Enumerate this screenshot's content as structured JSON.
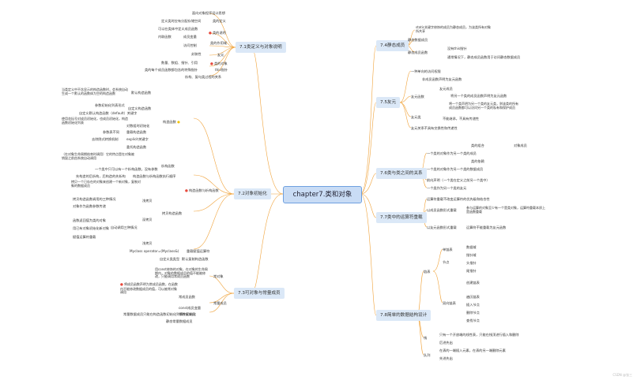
{
  "center": "chapter7.类和对象",
  "branches": {
    "b71": "7.1类定义与对象说明",
    "b72": "7.2对象初始化",
    "b73": "7.3可对象与常量成员",
    "b74": "7.4静态成员",
    "b75": "7.5友元",
    "b76": "7.6类与类之间的关系",
    "b77": "7.7类中的运算符重载",
    "b78": "7.8简单的数据结构设计"
  },
  "left": {
    "s71": {
      "n1": "面向对象程序设计思想",
      "n2": "定义类时应有分配存储空间",
      "n3": "类的定义",
      "n4": "可以在类体中定义成员函数",
      "n5": "成员变量",
      "n6": "类的说明",
      "n7": "内联函数",
      "n8": "访问控制",
      "n9": "封装性",
      "n10": "友元",
      "n11": "类的对象",
      "n12": "类的作用域",
      "n13": "数量、数组、指针、引用",
      "n14": "类的每个成员函数都包含的特殊指针",
      "n15": "this指针",
      "n16": "析构、复句类过程的关系"
    },
    "s72": {
      "a1": "当类定义中不含显示的构造函数时，会系统自动生成一个默认的函数体为空的构造函数",
      "a2": "默认构造函数",
      "a3": "参数初始化列表形式",
      "a4": "自定义构造函数",
      "a5": "自定义默认构造函数（default）关键字",
      "a6": "构造函数",
      "a7": "使用花括号对成员初始化，也成员初始化，构造函数初始化列表",
      "a8": "对数组时初始化",
      "a9": "参数表不同",
      "a10": "重载构造函数",
      "a11": "去除隐式转换机制",
      "a12": "explicit关键字",
      "a13": "委托构造函数",
      "a14": "（在对象生命周期结束时调用）它的特点是在对象被销毁之前由系统自动调用",
      "a15": "析构函数",
      "a16": "一个类中只可以有一个析构函数，没有参数",
      "a17": "构造函数与析构函数",
      "a18": "构造函数与析构函数执行顺序",
      "a19": "先构造的后析构，后构造的先析构",
      "a20": "拷贝一个已存在的对象来创建一个新对象，复制对象的数据成员",
      "a21": "浅拷贝",
      "a22": "拷贝构造函数",
      "a23": "深拷贝",
      "a24": "拷贝构造函数调用的三种情况",
      "a25": "对象作为函数参数传递",
      "a26": "函数返回值为类的对象",
      "a27": "用已有对象初始化新对象",
      "a28": "自动调用三种情况",
      "a29": "赋值运算符重载",
      "a30": "浅拷贝",
      "a31": "Myclass operator=(Myclass&)",
      "a32": "重载赋值运算符",
      "a33": "自定义类类型",
      "a34": "默认复制构造函数"
    },
    "s73": {
      "c1": "常对象",
      "c2": "用const修饰的对象，在对象的生命周期内，对象的数据成员的值不能被修改，只能调用常成员函数",
      "c3": "常成员函数",
      "c4": "将成员函数声明为常成员函数，在函数内不能修改数据成员的值，可以被常对象调用",
      "c5": "常数据成员",
      "c6": "const成员变量",
      "c7": "常量成员",
      "c8": "常量数据成员只能在构造函数初始化列表中初始化",
      "c9": "静态常量数据成员"
    }
  },
  "right": {
    "s74": {
      "d1": "static关键字修饰的成员为静态成员，为该类所有对象所共享",
      "d2": "静态数据成员",
      "d3": "静态成员函数",
      "d4": "没有this指针",
      "d5": "通常情况下，静态成员函数用于访问静态数据成员"
    },
    "s75": {
      "e1": "一种单向的访问权限",
      "e2": "友元函数",
      "e3": "非成员函数声明为友元函数",
      "e4": "友元成员",
      "e5": "将另一个类的成员函数声明为友元函数",
      "e6": "友元类",
      "e7": "将一个类声明为另一个类的友元类，则该类的所有成员函数都可以访问另一个类的私有和保护成员",
      "e8": "不能继承，不具有传递性",
      "e9": "友元关系不具有交换性和传递性"
    },
    "s76": {
      "f1": "一个类的对象作为另一个类的成员",
      "f2": "类的组合",
      "f3": "对象成员",
      "f4": "一个类的对象作为另一个类的数据成员",
      "f5": "前向声明（一个类在定义之前另一个类中）",
      "f6": "类的依赖",
      "f7": "一个类作为另一个类的友元"
    },
    "s77": {
      "g1": "运算符重载不改变运算符的优先级和结合性",
      "g2": "以成员函数形式重载",
      "g3": "以友元函数形式重载",
      "g4": "参与运算的对象至少有一个是类对象，运算符重载本质上是函数重载",
      "g5": "运算符不能重载为友元函数"
    },
    "s78": {
      "h1": "链表",
      "h2": "单链表",
      "h3": "节点",
      "h4": "数据域",
      "h5": "指针域",
      "h6": "头指针",
      "h7": "尾指针",
      "h8": "创建链表",
      "h9": "遍历链表",
      "h10": "插入节点",
      "h11": "删除节点",
      "h12": "查找节点",
      "h13": "双向链表",
      "h14": "栈",
      "h15": "只有一个开放端的线性表，只能在栈顶进行插入和删除",
      "h16": "后进先出",
      "h17": "队列",
      "h18": "在表的一端插入元素，在表的另一端删除元素",
      "h19": "先进先出"
    }
  },
  "watermark": "CSDN @张三",
  "colors": {
    "branch_bg": "#dbe8f7",
    "center_bg": "#c9dcf5",
    "center_border": "#6ea0e0",
    "line": "#f0a33b",
    "marker": "#e8483b"
  }
}
